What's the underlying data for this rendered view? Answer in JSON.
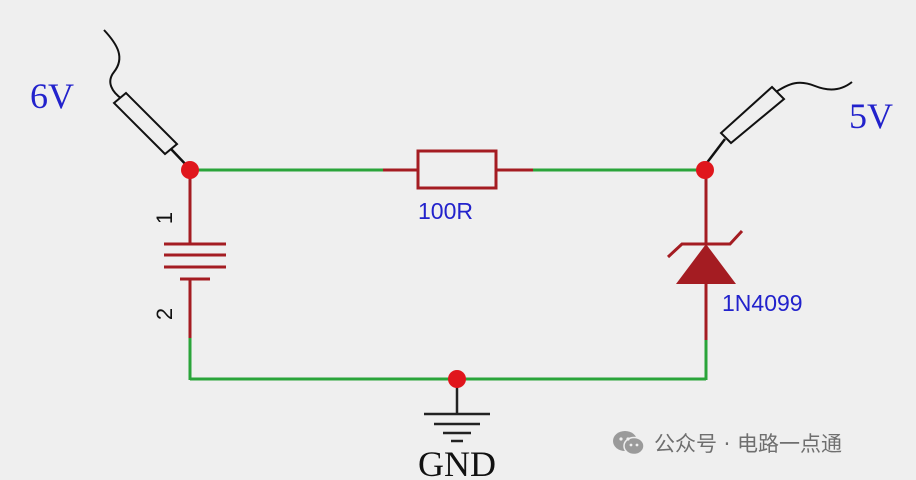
{
  "labels": {
    "voltage_in": "6V",
    "voltage_out": "5V",
    "resistor": "100R",
    "zener": "1N4099",
    "ground": "GND",
    "battery_pin1": "1",
    "battery_pin2": "2"
  },
  "watermark": {
    "text": "公众号 · 电路一点通"
  },
  "colors": {
    "wire": "#2aa43a",
    "component": "#a41c22",
    "node": "#e0161c",
    "label": "#2222cc",
    "probe": "#111111",
    "background": "#efefef"
  }
}
